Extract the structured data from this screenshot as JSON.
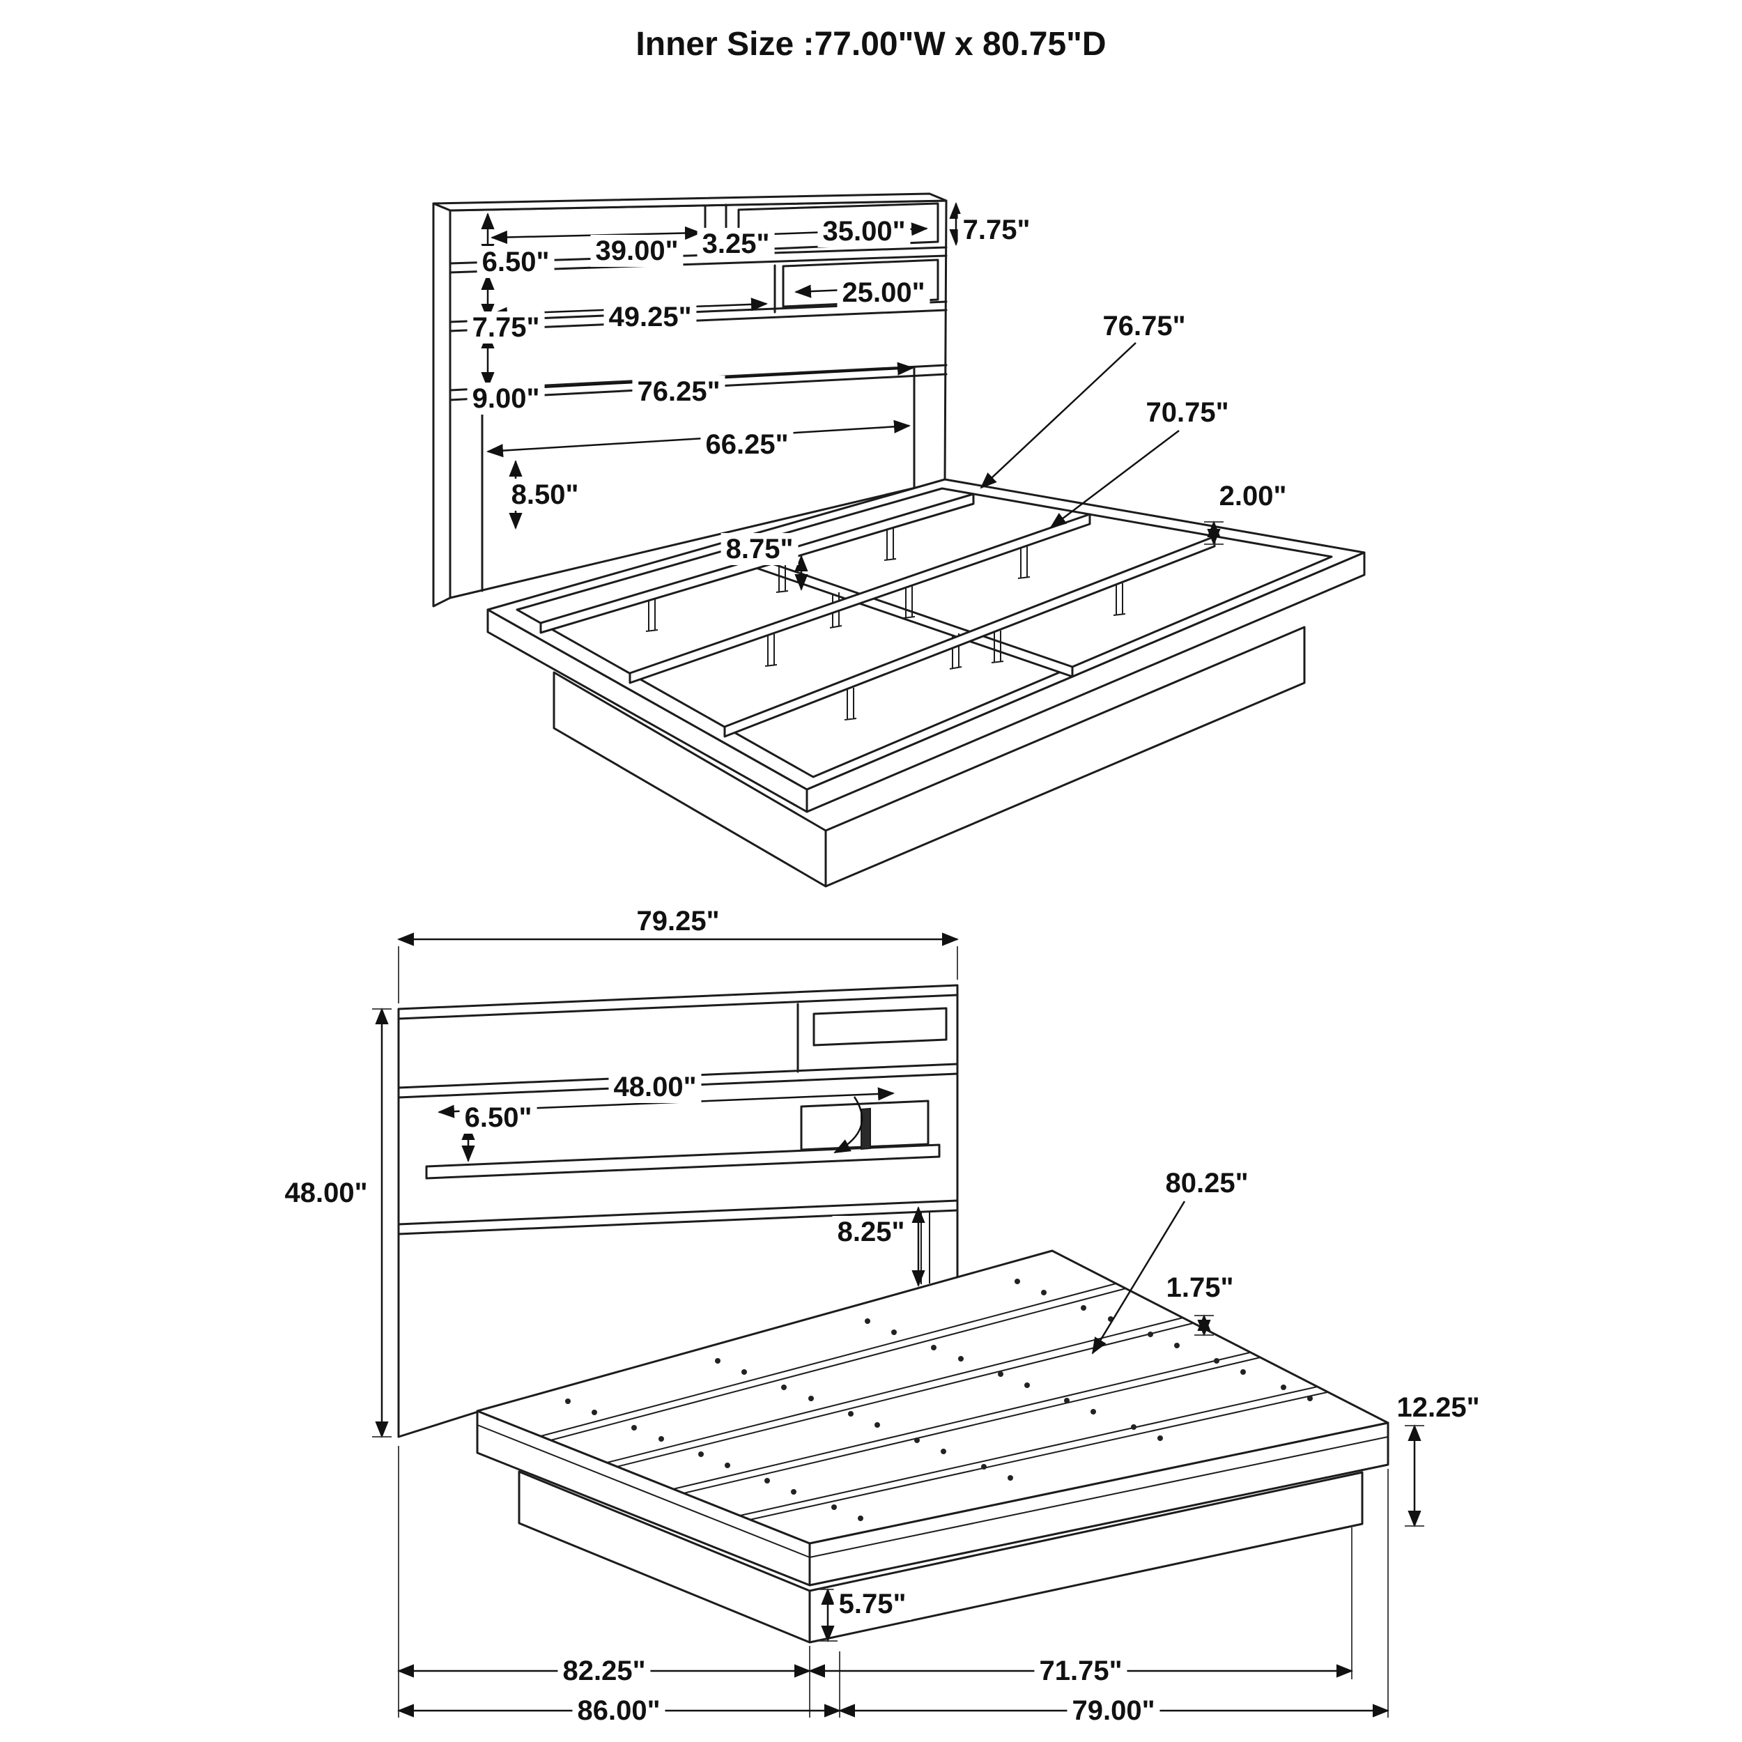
{
  "page": {
    "title": "Inner Size :77.00\"W x 80.75\"D",
    "line_color": "#1c1c1c",
    "background": "#ffffff"
  },
  "isometric_view": {
    "name": "bed-frame-isometric-structure-view",
    "dims": {
      "top_shelf_height": "6.50\"",
      "top_shelf_width": "39.00\"",
      "divider_width": "3.25\"",
      "top_right_compartment_width": "35.00\"",
      "top_right_height": "7.75\"",
      "mid_right_compartment_width": "25.00\"",
      "mid_shelf_height": "7.75\"",
      "mid_shelf_width": "49.25\"",
      "rail_length": "76.75\"",
      "lower_band_height": "9.00\"",
      "headboard_width": "76.25\"",
      "center_rail_length": "70.75\"",
      "opening_width": "66.25\"",
      "under_shelf_height": "8.50\"",
      "support_leg_height": "8.75\"",
      "rail_thickness": "2.00\""
    }
  },
  "front_view": {
    "name": "bed-frame-front-elevation-view",
    "dims": {
      "headboard_width": "79.25\"",
      "shelf_width": "48.00\"",
      "shelf_depth": "6.50\"",
      "headboard_height": "48.00\"",
      "headboard_gap_height": "8.25\"",
      "deck_length": "80.25\"",
      "slat_thickness": "1.75\"",
      "platform_height": "12.25\"",
      "base_height": "5.75\"",
      "side_length_inner": "82.25\"",
      "foot_width_inner": "71.75\"",
      "side_length_outer": "86.00\"",
      "foot_width_outer": "79.00\""
    }
  }
}
